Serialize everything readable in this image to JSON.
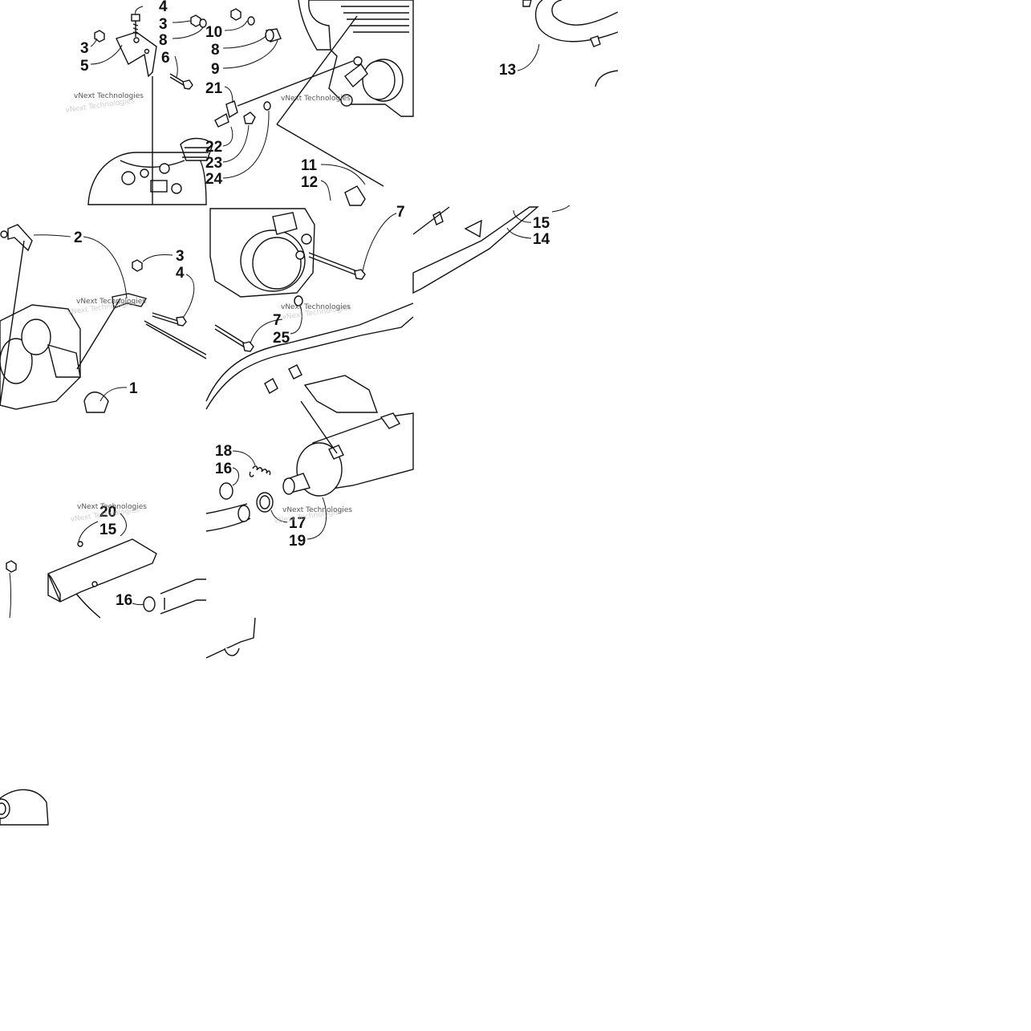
{
  "callouts": {
    "c1": "4",
    "c2": "3",
    "c3": "8",
    "c4": "10",
    "c5": "8",
    "c6": "9",
    "c7": "3",
    "c8": "5",
    "c9": "6",
    "c10": "21",
    "c11": "22",
    "c12": "23",
    "c13": "24",
    "c14": "11",
    "c15": "12",
    "c16": "13",
    "c17": "2",
    "c18": "3",
    "c19": "4",
    "c20": "1",
    "c21": "7",
    "c22": "7",
    "c23": "25",
    "c24": "15",
    "c25": "14",
    "c26": "18",
    "c27": "16",
    "c28": "17",
    "c29": "19",
    "c30": "20",
    "c31": "15",
    "c32": "16"
  },
  "watermark": "vNext Technologies",
  "icons": [
    "bolt-icon",
    "nut-icon",
    "bracket-icon",
    "muffler-icon",
    "heat-shield-icon",
    "engine-icon",
    "spring-icon",
    "gasket-icon"
  ]
}
